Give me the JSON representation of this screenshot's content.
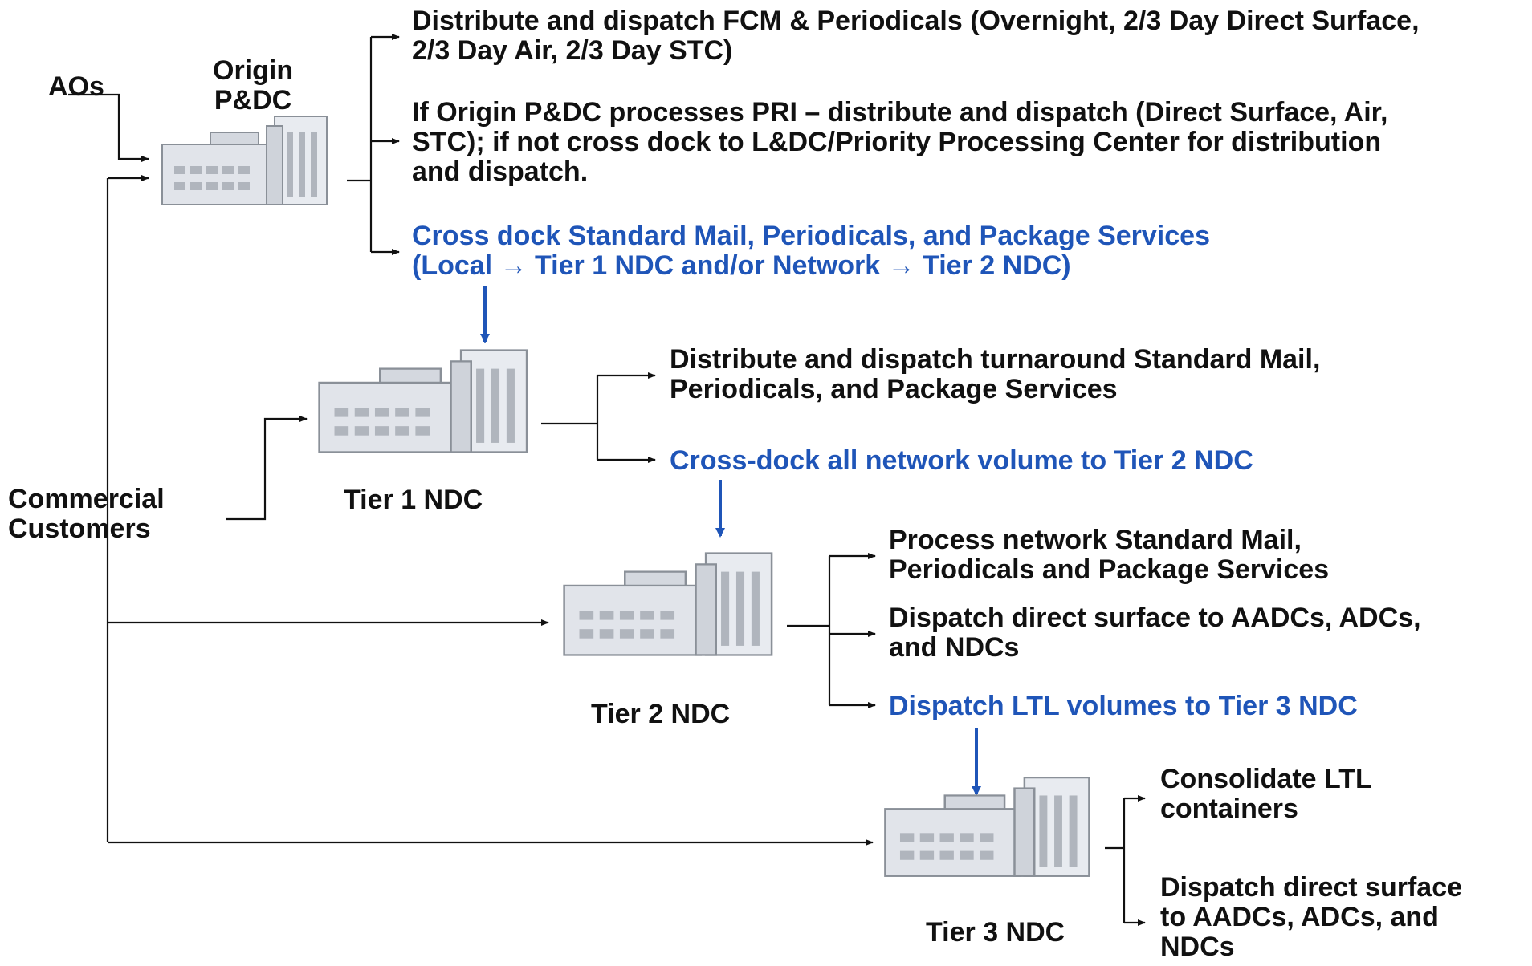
{
  "colors": {
    "text": "#111111",
    "highlight": "#1f55b8",
    "connector": "#111111",
    "building_fill": "#e1e4ea",
    "building_stroke": "#8a9098"
  },
  "nodes": {
    "aos": "AOs",
    "origin_pdc": [
      "Origin",
      "P&DC"
    ],
    "commercial_customers": [
      "Commercial",
      "Customers"
    ],
    "tier1": "Tier 1 NDC",
    "tier2": "Tier 2 NDC",
    "tier3": "Tier 3 NDC"
  },
  "icons": [
    "processing-facility-icon"
  ],
  "origin_actions": {
    "fcm": [
      "Distribute and dispatch FCM & Periodicals (Overnight, 2/3 Day Direct Surface,",
      "2/3 Day Air, 2/3 Day STC)"
    ],
    "pri": [
      "If Origin P&DC processes PRI – distribute and dispatch (Direct Surface, Air,",
      "STC); if not cross dock to L&DC/Priority Processing Center for distribution",
      "and dispatch."
    ],
    "cross_dock": [
      "Cross dock Standard Mail, Periodicals, and Package Services",
      "(Local → Tier 1 NDC and/or Network → Tier 2 NDC)"
    ]
  },
  "tier1_actions": {
    "distribute": [
      "Distribute and dispatch turnaround Standard Mail,",
      "Periodicals, and Package Services"
    ],
    "cross_dock": "Cross-dock all network volume to Tier 2 NDC"
  },
  "tier2_actions": {
    "process": [
      "Process network Standard Mail,",
      "Periodicals and Package Services"
    ],
    "dispatch_surface": [
      "Dispatch direct surface to AADCs, ADCs,",
      "and NDCs"
    ],
    "dispatch_ltl": "Dispatch LTL volumes to Tier 3 NDC"
  },
  "tier3_actions": {
    "consolidate": [
      "Consolidate LTL",
      "containers"
    ],
    "dispatch_surface": [
      "Dispatch direct surface",
      "to AADCs, ADCs, and",
      "NDCs"
    ]
  }
}
